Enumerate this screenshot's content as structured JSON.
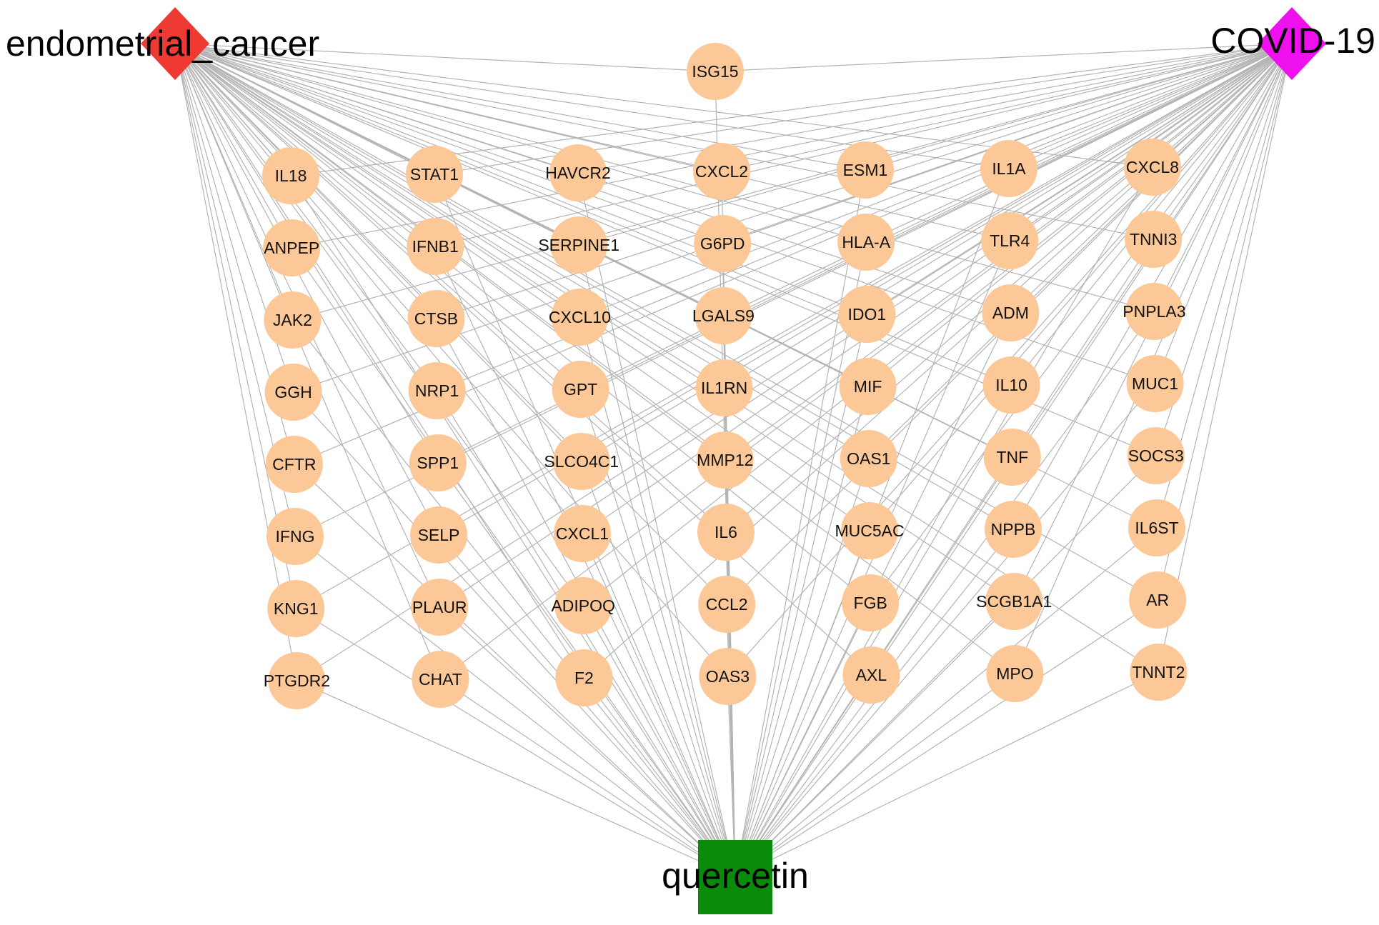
{
  "colors": {
    "edge": "#b4b4b4",
    "gene_node": "#fcc897",
    "endometrial_cancer": "#ee3a33",
    "covid19": "#ee11ee",
    "quercetin": "#0a8c0a",
    "label": "#111111"
  },
  "hubs": {
    "endometrial_cancer": {
      "label": "endometrial_cancer",
      "shape": "diamond"
    },
    "covid19": {
      "label": "COVID-19",
      "shape": "diamond"
    },
    "quercetin": {
      "label": "quercetin",
      "shape": "square"
    }
  },
  "top_gene": "ISG15",
  "gene_columns": [
    [
      "IL18",
      "ANPEP",
      "JAK2",
      "GGH",
      "CFTR",
      "IFNG",
      "KNG1",
      "PTGDR2"
    ],
    [
      "STAT1",
      "IFNB1",
      "CTSB",
      "NRP1",
      "SPP1",
      "SELP",
      "PLAUR",
      "CHAT"
    ],
    [
      "HAVCR2",
      "SERPINE1",
      "CXCL10",
      "GPT",
      "SLCO4C1",
      "CXCL1",
      "ADIPOQ",
      "F2"
    ],
    [
      "CXCL2",
      "G6PD",
      "LGALS9",
      "IL1RN",
      "MMP12",
      "IL6",
      "CCL2",
      "OAS3"
    ],
    [
      "ESM1",
      "HLA-A",
      "IDO1",
      "MIF",
      "OAS1",
      "MUC5AC",
      "FGB",
      "AXL"
    ],
    [
      "IL1A",
      "TLR4",
      "ADM",
      "IL10",
      "TNF",
      "NPPB",
      "SCGB1A1",
      "MPO"
    ],
    [
      "CXCL8",
      "TNNI3",
      "PNPLA3",
      "MUC1",
      "SOCS3",
      "IL6ST",
      "AR",
      "TNNT2"
    ]
  ]
}
